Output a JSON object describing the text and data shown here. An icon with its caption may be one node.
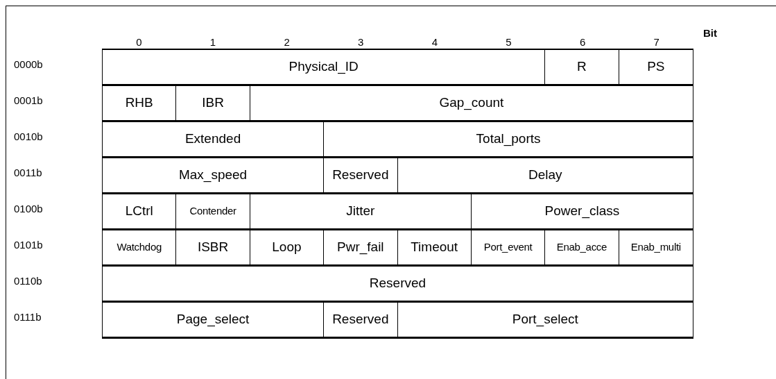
{
  "diagram": {
    "nodes": [
      {
        "text": [
          "Physical_ID"
        ]
      },
      {
        "text": [
          "R"
        ]
      },
      {
        "text": [
          "PS"
        ]
      },
      {
        "text": [
          "RHB"
        ]
      },
      {
        "text": [
          "IBR"
        ]
      },
      {
        "text": [
          "Gap_count"
        ]
      },
      {
        "text": [
          "Extended"
        ]
      },
      {
        "text": [
          "Total_ports"
        ]
      },
      {
        "text": [
          "Max_speed"
        ]
      },
      {
        "text": [
          "Reserved"
        ]
      },
      {
        "text": [
          "Delay"
        ]
      },
      {
        "text": [
          "LCtrl"
        ]
      },
      {
        "text": [
          "Contender"
        ]
      },
      {
        "text": [
          "Jitter"
        ]
      },
      {
        "text": [
          "Power_class"
        ]
      },
      {
        "text": [
          "Watchdog"
        ]
      },
      {
        "text": [
          "ISBR"
        ]
      },
      {
        "text": [
          "Loop"
        ]
      },
      {
        "text": [
          "Pwr_fail"
        ]
      },
      {
        "text": [
          "Timeout"
        ]
      },
      {
        "text": [
          "Port_event"
        ]
      },
      {
        "text": [
          "Enab_acce"
        ]
      },
      {
        "text": [
          "Enab_multi"
        ]
      },
      {
        "text": [
          "Reserved"
        ]
      },
      {
        "text": [
          "Page_select"
        ]
      },
      {
        "text": [
          "Reserved"
        ]
      },
      {
        "text": [
          "Port_select"
        ]
      }
    ],
    "labels": [
      "0",
      "1",
      "2",
      "3",
      "4",
      "5",
      "6",
      "7",
      "Bit",
      "0000b",
      "0001b",
      "0010b",
      "0011b",
      "0100b",
      "0101b",
      "0110b",
      "0111b"
    ]
  }
}
